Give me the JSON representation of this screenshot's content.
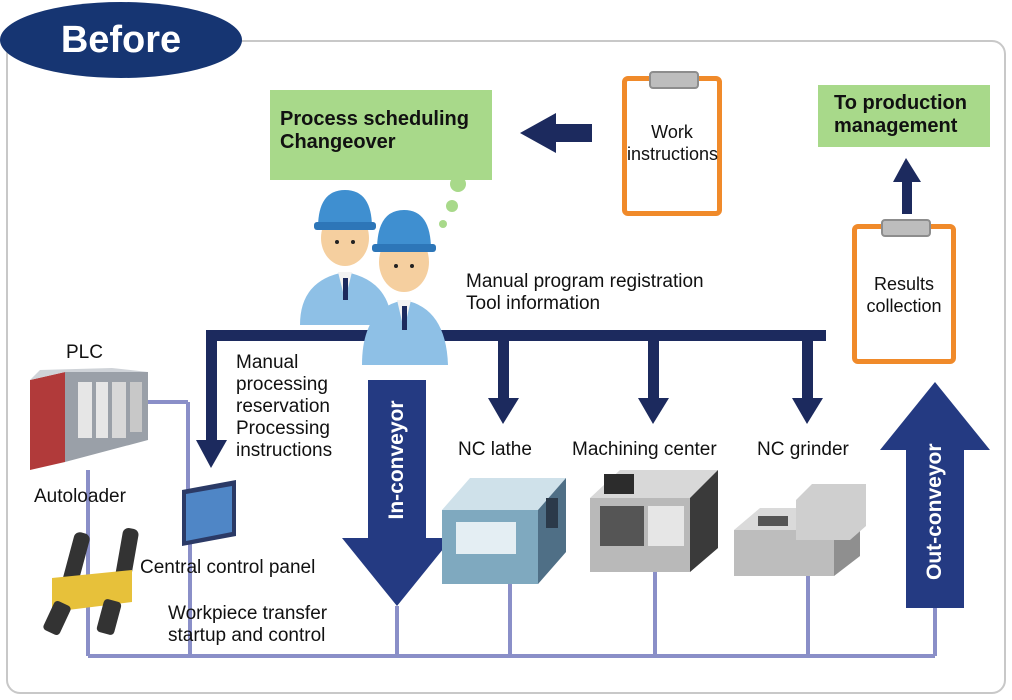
{
  "badge": "Before",
  "boxes": {
    "process": [
      "Process scheduling",
      "Changeover"
    ],
    "production": [
      "To production",
      "management"
    ]
  },
  "clipboards": {
    "work_instructions": [
      "Work",
      "instructions"
    ],
    "results_collection": [
      "Results",
      "collection"
    ]
  },
  "labels": {
    "manual_program": [
      "Manual program registration",
      "Tool information"
    ],
    "manual_processing": [
      "Manual",
      "processing",
      "reservation",
      "Processing",
      "instructions"
    ],
    "plc": "PLC",
    "autoloader": "Autoloader",
    "central_control_panel": "Central control panel",
    "workpiece_transfer": [
      "Workpiece transfer",
      "startup and control"
    ],
    "nc_lathe": "NC lathe",
    "machining_center": "Machining center",
    "nc_grinder": "NC grinder",
    "in_conveyor": "In-conveyor",
    "out_conveyor": "Out-conveyor"
  },
  "colors": {
    "navy": "#1c2a5e",
    "green_box": "#a8d98a",
    "clipboard_border": "#f08a2a",
    "badge": "#163572",
    "line": "#8a8fc8"
  }
}
